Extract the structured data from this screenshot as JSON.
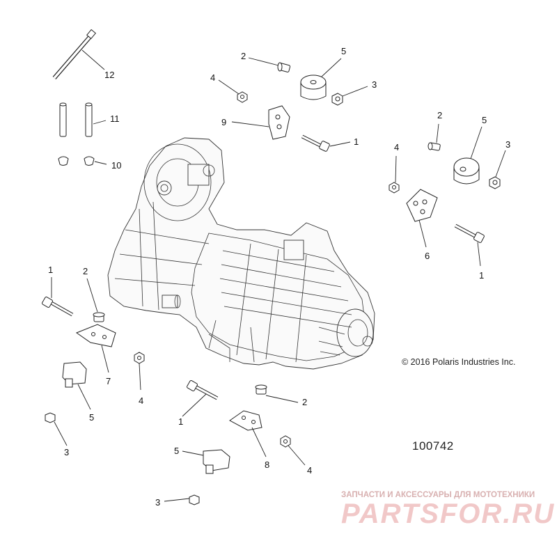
{
  "copyright": "© 2016 Polaris Industries Inc.",
  "diagram_id": "100742",
  "watermark": {
    "caption": "ЗАПЧАСТИ И АКСЕССУАРЫ ДЛЯ МОТОТЕХНИКИ",
    "logo": "PARTSFOR.RU"
  },
  "callouts": {
    "c12": "12",
    "c11": "11",
    "c10": "10",
    "c9": "9",
    "c2a": "2",
    "c5a": "5",
    "c4a": "4",
    "c3a": "3",
    "c1a": "1",
    "c2b": "2",
    "c5b": "5",
    "c4b": "4",
    "c3b": "3",
    "c6": "6",
    "c1b": "1",
    "c1c": "1",
    "c2c": "2",
    "c7": "7",
    "c4c": "4",
    "c5c": "5",
    "c3c": "3",
    "c1d": "1",
    "c2d": "2",
    "c8": "8",
    "c4d": "4",
    "c5d": "5",
    "c3d": "3"
  }
}
